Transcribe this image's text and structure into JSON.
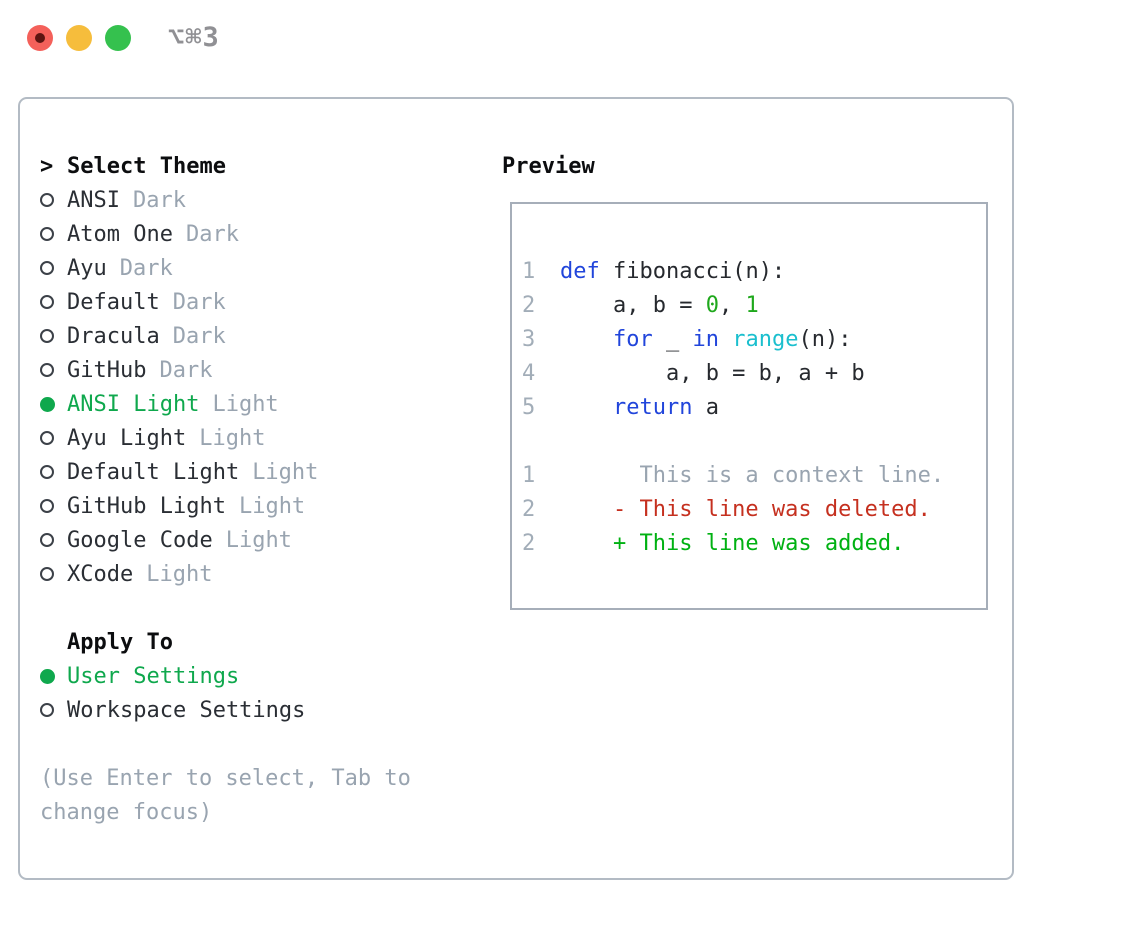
{
  "titlebar": {
    "title": "⌥⌘3"
  },
  "panel": {
    "select_theme": {
      "prefix": ">",
      "title": "Select Theme"
    },
    "themes": [
      {
        "name": "ANSI",
        "variant": "Dark",
        "selected": false
      },
      {
        "name": "Atom One",
        "variant": "Dark",
        "selected": false
      },
      {
        "name": "Ayu",
        "variant": "Dark",
        "selected": false
      },
      {
        "name": "Default",
        "variant": "Dark",
        "selected": false
      },
      {
        "name": "Dracula",
        "variant": "Dark",
        "selected": false
      },
      {
        "name": "GitHub",
        "variant": "Dark",
        "selected": false
      },
      {
        "name": "ANSI Light",
        "variant": "Light",
        "selected": true
      },
      {
        "name": "Ayu Light",
        "variant": "Light",
        "selected": false
      },
      {
        "name": "Default Light",
        "variant": "Light",
        "selected": false
      },
      {
        "name": "GitHub Light",
        "variant": "Light",
        "selected": false
      },
      {
        "name": "Google Code",
        "variant": "Light",
        "selected": false
      },
      {
        "name": "XCode",
        "variant": "Light",
        "selected": false
      }
    ],
    "apply_to": {
      "title": "Apply To",
      "options": [
        {
          "label": "User Settings",
          "selected": true
        },
        {
          "label": "Workspace Settings",
          "selected": false
        }
      ]
    },
    "hint_lines": [
      "(Use Enter to select, Tab to",
      "change focus)"
    ]
  },
  "preview": {
    "title": "Preview",
    "lines": [
      {
        "lineno": "1",
        "segments": [
          {
            "text": "def",
            "style": "keyword"
          },
          {
            "text": " fibonacci(n):",
            "style": "plain"
          }
        ]
      },
      {
        "lineno": "2",
        "segments": [
          {
            "text": "    a, b = ",
            "style": "plain"
          },
          {
            "text": "0",
            "style": "number"
          },
          {
            "text": ", ",
            "style": "plain"
          },
          {
            "text": "1",
            "style": "number"
          }
        ]
      },
      {
        "lineno": "3",
        "segments": [
          {
            "text": "    ",
            "style": "plain"
          },
          {
            "text": "for",
            "style": "keyword"
          },
          {
            "text": " _ ",
            "style": "plain"
          },
          {
            "text": "in",
            "style": "keyword"
          },
          {
            "text": " ",
            "style": "plain"
          },
          {
            "text": "range",
            "style": "builtin"
          },
          {
            "text": "(n):",
            "style": "plain"
          }
        ]
      },
      {
        "lineno": "4",
        "segments": [
          {
            "text": "        a, b = b, a + b",
            "style": "plain"
          }
        ]
      },
      {
        "lineno": "5",
        "segments": [
          {
            "text": "    ",
            "style": "plain"
          },
          {
            "text": "return",
            "style": "keyword"
          },
          {
            "text": " a",
            "style": "plain"
          }
        ]
      },
      {
        "lineno": "",
        "segments": []
      },
      {
        "lineno": "1",
        "segments": [
          {
            "text": "      This is a context line.",
            "style": "context"
          }
        ]
      },
      {
        "lineno": "2",
        "segments": [
          {
            "text": "    - This line was deleted.",
            "style": "deleted"
          }
        ]
      },
      {
        "lineno": "2",
        "segments": [
          {
            "text": "    + This line was added.",
            "style": "added"
          }
        ]
      }
    ]
  },
  "colors": {
    "selected_green": "#0fa84d",
    "keyword_blue": "#2145db",
    "builtin_cyan": "#1bbfce",
    "number_green": "#1fa81c",
    "deleted_red": "#c5301f",
    "added_green": "#00b112",
    "muted_gray": "#99a4b0",
    "traffic_red": "#f4605a",
    "traffic_yellow": "#f6bd3c",
    "traffic_green": "#35c14e"
  }
}
